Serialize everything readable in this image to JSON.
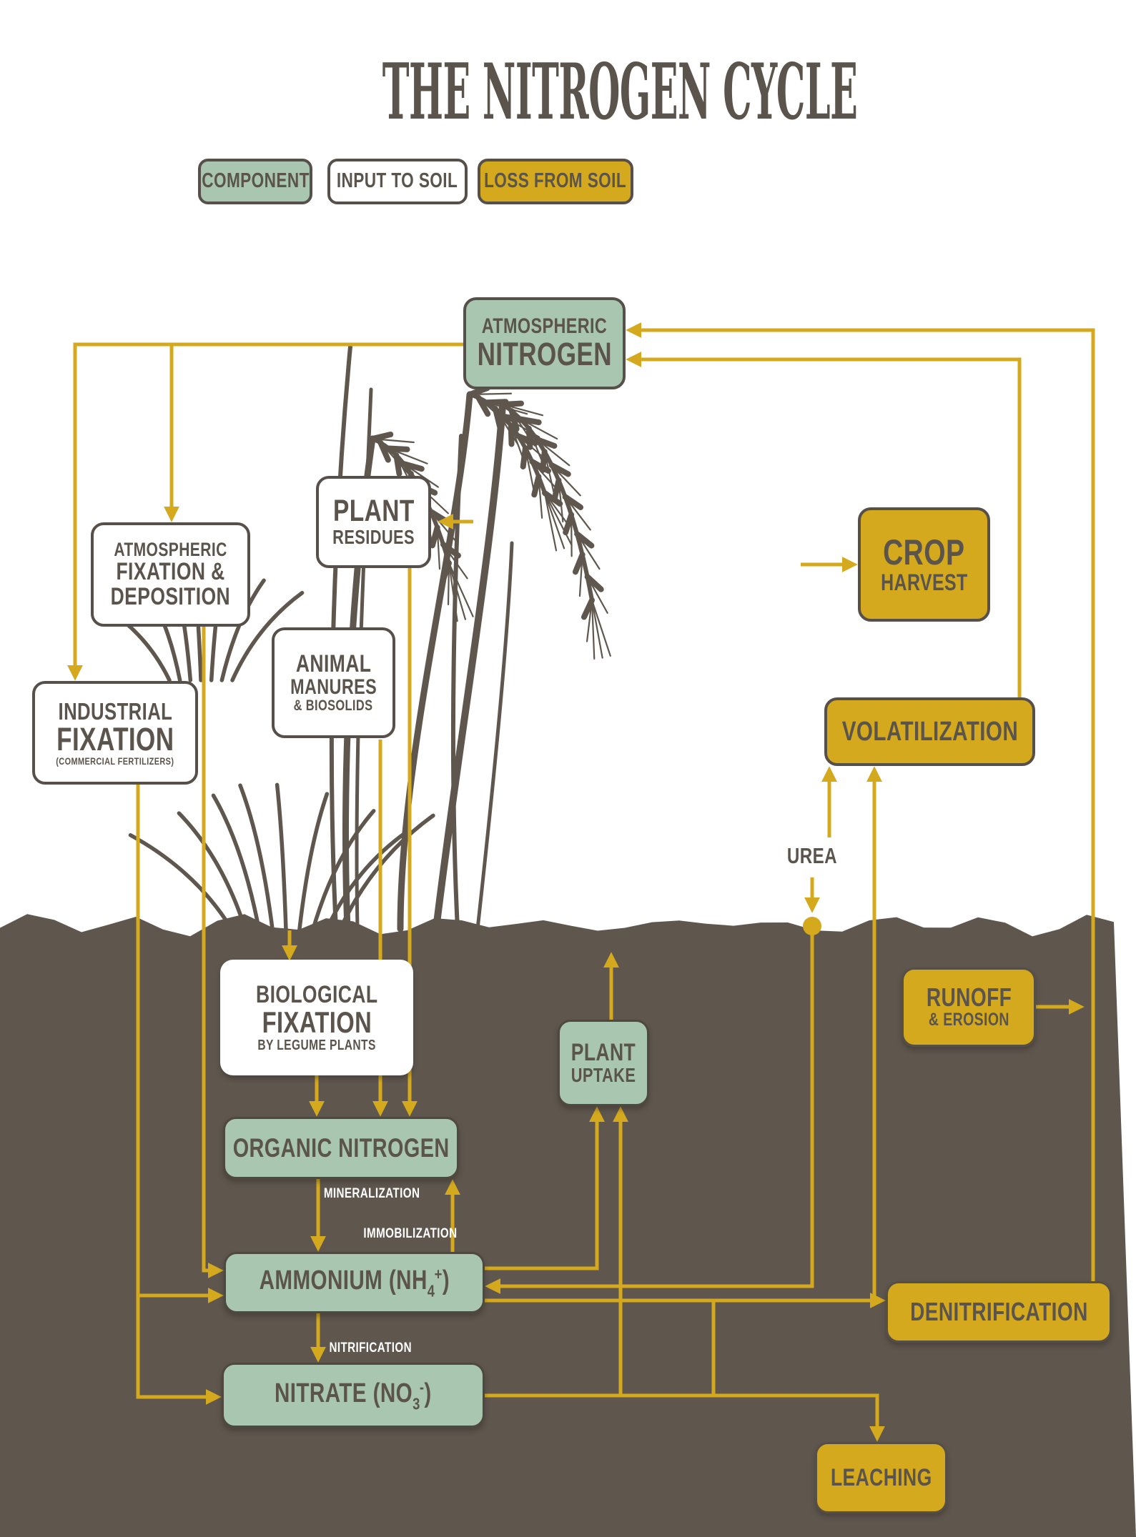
{
  "title": "THE NITROGEN CYCLE",
  "legend": {
    "component": "COMPONENT",
    "input": "INPUT TO SOIL",
    "loss": "LOSS FROM SOIL"
  },
  "nodes": {
    "atmospheric_nitrogen": {
      "l1": "ATMOSPHERIC",
      "l2": "NITROGEN"
    },
    "plant_residues": {
      "l1": "PLANT",
      "l2": "RESIDUES"
    },
    "crop_harvest": {
      "l1": "CROP",
      "l2": "HARVEST"
    },
    "atmospheric_fixation": {
      "l1": "ATMOSPHERIC",
      "l2": "FIXATION &",
      "l3": "DEPOSITION"
    },
    "industrial_fixation": {
      "l1": "INDUSTRIAL",
      "l2": "FIXATION",
      "l3": "(COMMERCIAL FERTILIZERS)"
    },
    "animal_manures": {
      "l1": "ANIMAL",
      "l2": "MANURES",
      "l3": "& BIOSOLIDS"
    },
    "volatilization": {
      "l1": "VOLATILIZATION"
    },
    "urea": {
      "l1": "UREA"
    },
    "runoff": {
      "l1": "RUNOFF",
      "l2": "& EROSION"
    },
    "biological_fixation": {
      "l1": "BIOLOGICAL",
      "l2": "FIXATION",
      "l3": "BY LEGUME PLANTS"
    },
    "plant_uptake": {
      "l1": "PLANT",
      "l2": "UPTAKE"
    },
    "organic_nitrogen": {
      "l1": "ORGANIC NITROGEN"
    },
    "ammonium": {
      "pre": "AMMONIUM (NH",
      "sub": "4",
      "sup": "+",
      "post": ")"
    },
    "nitrate": {
      "pre": "NITRATE (NO",
      "sub": "3",
      "sup": "-",
      "post": ")"
    },
    "denitrification": {
      "l1": "DENITRIFICATION"
    },
    "leaching": {
      "l1": "LEACHING"
    }
  },
  "process_labels": {
    "mineralization": "MINERALIZATION",
    "immobilization": "IMMOBILIZATION",
    "nitrification": "NITRIFICATION"
  },
  "colors": {
    "component_green": "#a9c6b1",
    "loss_gold": "#d4a91d",
    "soil_brown": "#5f574e",
    "outline_dark": "#57504a",
    "text_dark": "#5b544c",
    "arrow_gold": "#d4a91d",
    "soil_label_white": "#ffffff",
    "background": "#ffffff"
  }
}
